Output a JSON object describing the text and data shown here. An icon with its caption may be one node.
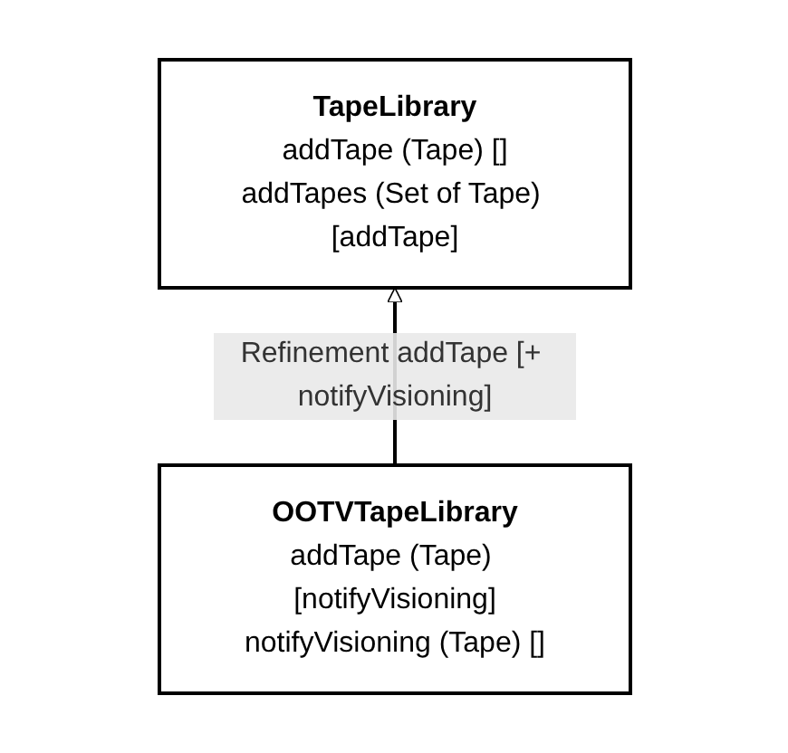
{
  "diagram": {
    "nodes": [
      {
        "text": [
          "TapeLibrary",
          "addTape (Tape) []",
          "addTapes (Set of Tape) [addTape]"
        ]
      },
      {
        "text": [
          "OOTVTapeLibrary",
          "addTape (Tape) [notifyVisioning]",
          "notifyVisioning (Tape) []"
        ]
      }
    ],
    "edges": [
      {
        "from": 1,
        "to": 0,
        "arrow": "to",
        "label": "Refinement addTape [+ notifyVisioning]"
      }
    ]
  }
}
